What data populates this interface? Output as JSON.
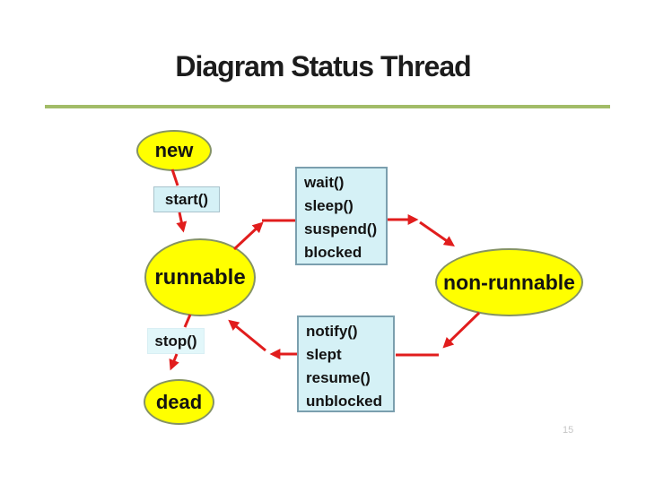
{
  "slide": {
    "title": "Diagram Status Thread",
    "page_number": "15"
  },
  "colors": {
    "background": "#ffffff",
    "title_text": "#1c1c1c",
    "title_underline": "#a2bc68",
    "state_fill": "#ffff00",
    "state_border": "#859364",
    "action_fill": "#d5f1f6",
    "action_border": "#7b9fae",
    "arrow": "#e11d1d",
    "diagram_text": "#131313",
    "page_number_text": "#c6c6c6"
  },
  "diagram": {
    "states": {
      "new": {
        "label": "new"
      },
      "runnable": {
        "label": "runnable"
      },
      "non_runnable": {
        "label": "non-runnable"
      },
      "dead": {
        "label": "dead"
      }
    },
    "transitions": {
      "start": {
        "label": "start()"
      },
      "stop": {
        "label": "stop()"
      },
      "to_nonrunnable": {
        "lines": [
          "wait()",
          "sleep()",
          "suspend()",
          "blocked"
        ]
      },
      "to_runnable": {
        "lines": [
          "notify()",
          "slept",
          "resume()",
          "unblocked"
        ]
      }
    }
  }
}
